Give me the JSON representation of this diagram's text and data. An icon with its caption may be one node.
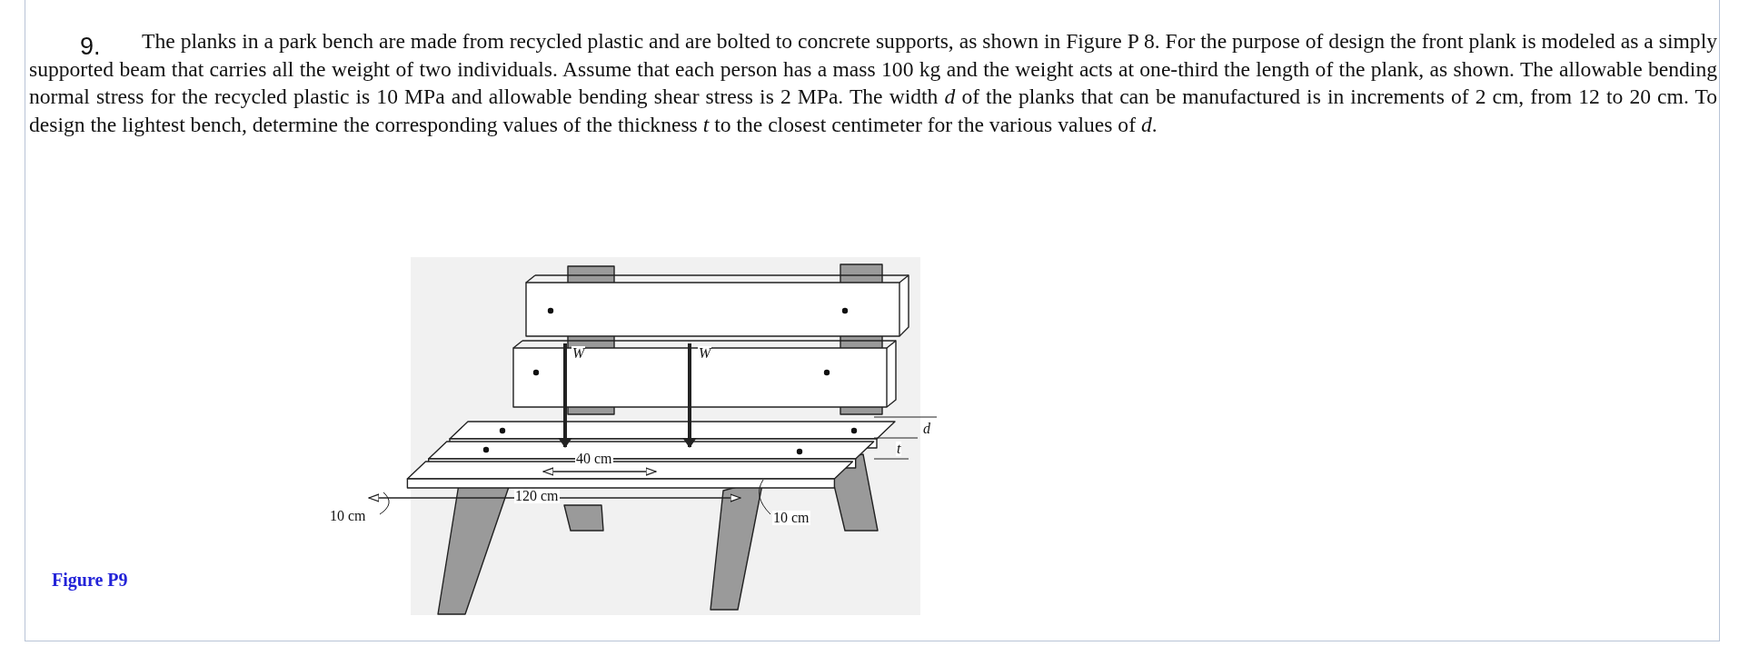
{
  "diagram": {
    "labels": [
      "9.",
      "The planks in a park bench are made from recycled plastic and are bolted to concrete supports, as shown in Figure P 8. For the purpose of design the front plank is modeled as a simply supported beam that carries all the weight of two individuals. Assume that each person has a mass 100 kg and the weight acts at one-third the length of the plank, as shown. The allowable bending normal stress for the recycled plastic is 10 MPa and allowable bending shear stress is 2 MPa. The width *d* of the planks that can be manufactured is in increments of 2 cm, from 12 to 20 cm. To design the lightest bench, determine the corresponding values of the thickness *t* to the closest centimeter for the various values of *d*.",
      "W",
      "W",
      "d",
      "40 cm",
      "t",
      "120 cm",
      "10 cm",
      "10 cm",
      "Figure P9"
    ]
  }
}
